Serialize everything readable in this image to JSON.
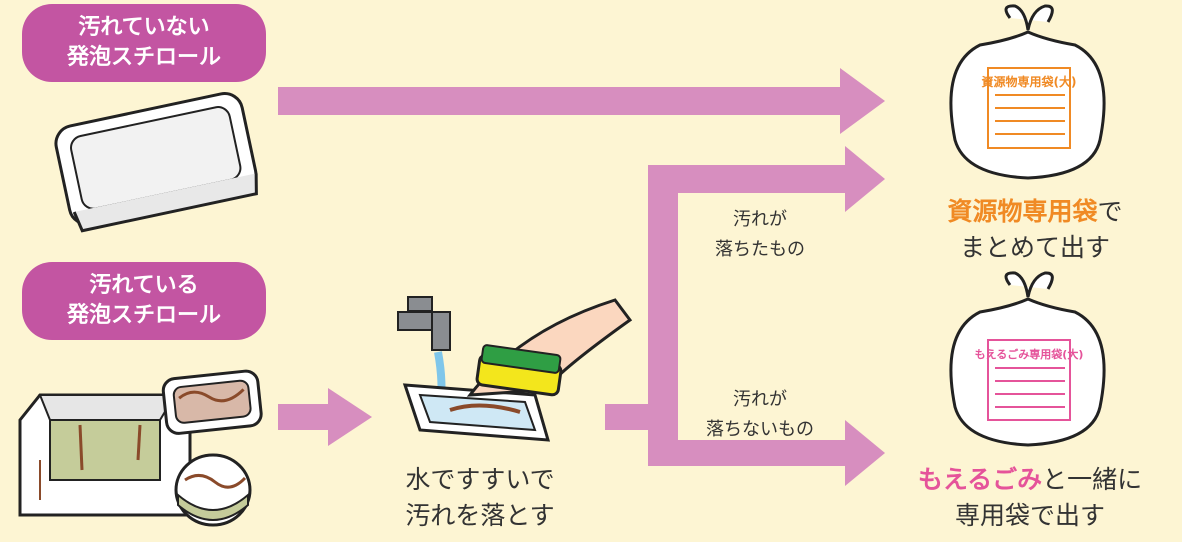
{
  "top_source": {
    "line1": "汚れていない",
    "line2": "発泡スチロール"
  },
  "bottom_source": {
    "line1": "汚れている",
    "line2": "発泡スチロール"
  },
  "wash_step": {
    "line1": "水ですすいで",
    "line2": "汚れを落とす"
  },
  "branch_clean": {
    "line1": "汚れが",
    "line2": "落ちたもの"
  },
  "branch_dirty": {
    "line1": "汚れが",
    "line2": "落ちないもの"
  },
  "resource_bag": {
    "bag_text": "資源物専用袋(大)",
    "highlight": "資源物専用袋",
    "suffix": "で",
    "line2": "まとめて出す"
  },
  "burnable_bag": {
    "bag_text": "もえるごみ専用袋(大)",
    "highlight": "もえるごみ",
    "suffix": "と一緒に",
    "line2": "専用袋で出す"
  },
  "colors": {
    "background": "#fdf5d3",
    "pill": "#c355a2",
    "arrow": "#d78ebf",
    "resource_orange": "#f08a24",
    "burnable_pink": "#e5539a"
  }
}
